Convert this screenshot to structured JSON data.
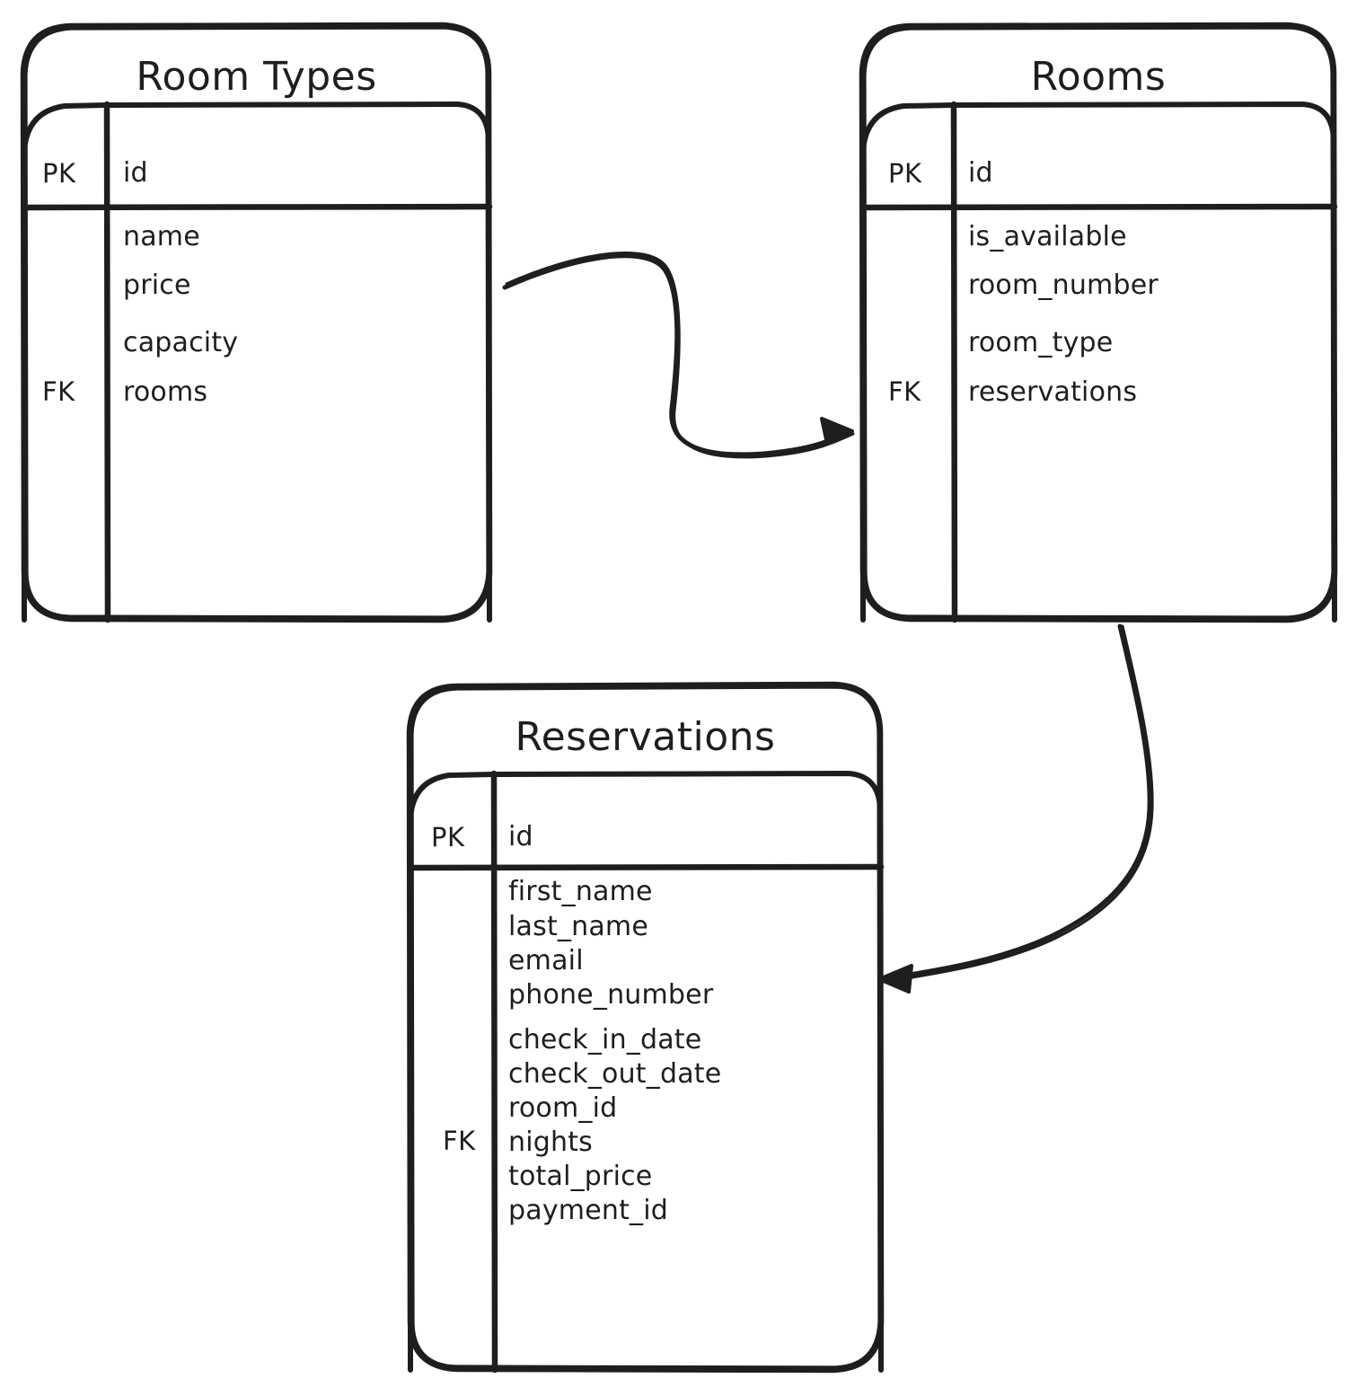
{
  "diagram": {
    "type": "entity-relationship-diagram",
    "style": "hand-drawn",
    "background_color": "#ffffff",
    "stroke_color": "#1e1e1e"
  },
  "entities": [
    {
      "name": "room-types",
      "title": "Room Types",
      "pk_label": "PK",
      "pk_field": "id",
      "fk_label": "FK",
      "fields": [
        "name",
        "price",
        "capacity",
        "rooms"
      ],
      "fk_field": "rooms"
    },
    {
      "name": "rooms",
      "title": "Rooms",
      "pk_label": "PK",
      "pk_field": "id",
      "fk_label": "FK",
      "fields": [
        "is_available",
        "room_number",
        "room_type",
        "reservations"
      ],
      "fk_field": "reservations"
    },
    {
      "name": "reservations",
      "title": "Reservations",
      "pk_label": "PK",
      "pk_field": "id",
      "fk_label": "FK",
      "fields": [
        "first_name",
        "last_name",
        "email",
        "phone_number",
        "check_in_date",
        "check_out_date",
        "room_id",
        "nights",
        "total_price",
        "payment_id"
      ],
      "fk_field": "room_id"
    }
  ],
  "relationships": [
    {
      "name": "room-types-to-rooms",
      "from": "Room Types",
      "to": "Rooms",
      "arrow_direction": "right"
    },
    {
      "name": "rooms-to-reservations",
      "from": "Rooms",
      "to": "Reservations",
      "arrow_direction": "left"
    }
  ]
}
